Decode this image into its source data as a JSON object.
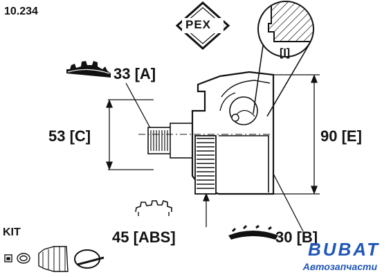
{
  "part_number": "10.234",
  "logo": {
    "text": "PEX"
  },
  "dimensions": {
    "spline_outer": "33 [A]",
    "shaft_diameter": "53 [C]",
    "outer_diameter": "90 [E]",
    "abs_teeth": "45 [ABS]",
    "spline_inner": "30 [B]"
  },
  "detail_marker": "[I]",
  "kit_label": "KIT",
  "watermark": {
    "brand": "BUBAT",
    "subtitle": "Автозапчасти",
    "color": "#1f56b8"
  },
  "icons": [
    "logo-pex-icon",
    "spline-gear-icon",
    "cv-joint-drawing",
    "kit-icon"
  ]
}
